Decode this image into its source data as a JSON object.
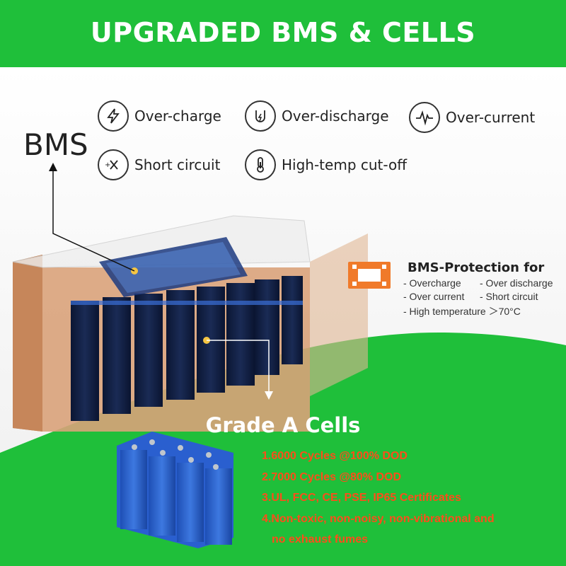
{
  "banner": {
    "title": "UPGRADED BMS & CELLS"
  },
  "bms_label": "BMS",
  "features": [
    {
      "label": "Over-charge",
      "icon": "lightning-icon"
    },
    {
      "label": "Over-discharge",
      "icon": "discharge-icon"
    },
    {
      "label": "Over-current",
      "icon": "pulse-icon"
    },
    {
      "label": "Short circuit",
      "icon": "short-circuit-icon"
    },
    {
      "label": "High-temp cut-off",
      "icon": "thermometer-icon"
    }
  ],
  "protection": {
    "title": "BMS-Protection for",
    "items": [
      "- Overcharge",
      "- Over discharge",
      "- Over current",
      "- Short circuit",
      "- High temperature ＞70°C"
    ]
  },
  "cells": {
    "title": "Grade A Cells",
    "lines": [
      "1.6000 Cycles @100% DOD",
      "2.7000 Cycles @80% DOD",
      "3.UL, FCC, CE, PSE, IP65 Certificates",
      "4.Non-toxic, non-noisy, non-vibrational and",
      "no exhaust fumes"
    ]
  },
  "colors": {
    "banner_green": "#1fbf3a",
    "accent_orange": "#ff4d1a",
    "pcb_orange": "#f07a2a"
  }
}
